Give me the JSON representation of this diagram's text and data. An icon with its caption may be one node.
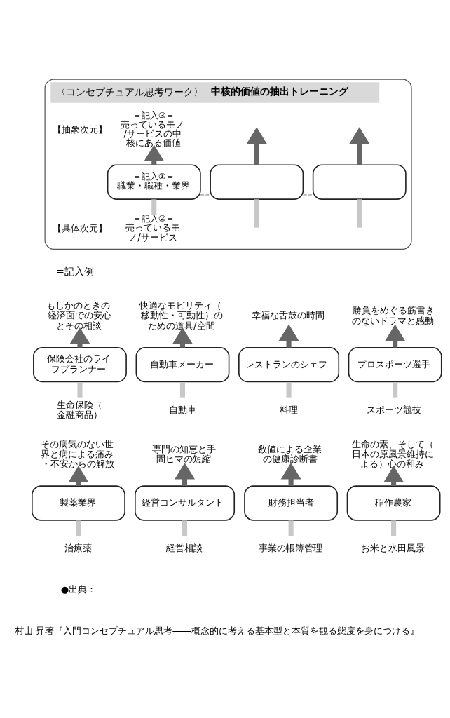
{
  "diagram": {
    "nodes": [
      {
        "text": [
          "〈コンセプチュアル思考ワーク〉",
          "中核的価値の抽出トレーニング"
        ]
      },
      {
        "text": [
          "＝記入③＝",
          "売っているモノ/サービスの中核にある価値"
        ],
        "in": 0
      },
      {
        "text": [
          "＝記入①＝",
          "職業・職種・業界"
        ],
        "in": 0
      },
      {
        "text": [],
        "shape": "box",
        "in": 0
      },
      {
        "text": [],
        "shape": "box",
        "in": 0
      },
      {
        "text": [
          "＝記入②＝",
          "売っているモノ/サービス"
        ],
        "in": 0
      },
      {
        "text": [
          "もしかのときの経済面での安心とその相談"
        ]
      },
      {
        "text": [
          "快適なモビリティ（移動性・可動性）のための道具/空間"
        ]
      },
      {
        "text": [
          "幸福な舌鼓の時間"
        ]
      },
      {
        "text": [
          "勝負をめぐる筋書きのないドラマと感動"
        ]
      },
      {
        "text": [
          "保険会社のライフプランナー"
        ]
      },
      {
        "text": [
          "自動車メーカー"
        ]
      },
      {
        "text": [
          "レストランのシェフ"
        ]
      },
      {
        "text": [
          "プロスポーツ選手"
        ]
      },
      {
        "text": [
          "生命保険（金融商品）"
        ]
      },
      {
        "text": [
          "自動車"
        ]
      },
      {
        "text": [
          "料理"
        ]
      },
      {
        "text": [
          "スポーツ競技"
        ]
      },
      {
        "text": [
          "その病気のない世界と病による痛み・不安からの解放"
        ]
      },
      {
        "text": [
          "専門の知恵と手間ヒマの短縮"
        ]
      },
      {
        "text": [
          "数値による企業の健康診断書"
        ]
      },
      {
        "text": [
          "生命の素、そして（日本の原風景維持による）心の和み"
        ]
      },
      {
        "text": [
          "製薬業界"
        ]
      },
      {
        "text": [
          "経営コンサルタント"
        ]
      },
      {
        "text": [
          "財務担当者"
        ]
      },
      {
        "text": [
          "稲作農家"
        ]
      },
      {
        "text": [
          "治療薬"
        ]
      },
      {
        "text": [
          "経営相談"
        ]
      },
      {
        "text": [
          "事業の帳簿管理"
        ]
      },
      {
        "text": [
          "お米と水田風景"
        ]
      }
    ],
    "edges": [
      {
        "from": 5,
        "to": 2,
        "arrow": "none",
        "color": "#c8c8c8"
      },
      {
        "from": 2,
        "to": 1,
        "arrow": "to",
        "color": "#666666"
      },
      {
        "from": null,
        "to": 3,
        "arrow": "none",
        "color": "#c8c8c8"
      },
      {
        "from": 3,
        "to": null,
        "arrow": "to",
        "color": "#666666"
      },
      {
        "from": null,
        "to": 4,
        "arrow": "none",
        "color": "#c8c8c8"
      },
      {
        "from": 4,
        "to": null,
        "arrow": "to",
        "color": "#666666"
      },
      {
        "from": 2,
        "to": 3,
        "arrow": "none",
        "style": "dashed",
        "color": "#888888"
      },
      {
        "from": 3,
        "to": 4,
        "arrow": "none",
        "style": "dashed",
        "color": "#888888"
      },
      {
        "from": 14,
        "to": 10,
        "arrow": "none",
        "color": "#c8c8c8"
      },
      {
        "from": 10,
        "to": 6,
        "arrow": "to",
        "color": "#666666"
      },
      {
        "from": 15,
        "to": 11,
        "arrow": "none",
        "color": "#c8c8c8"
      },
      {
        "from": 11,
        "to": 7,
        "arrow": "to",
        "color": "#666666"
      },
      {
        "from": 16,
        "to": 12,
        "arrow": "none",
        "color": "#c8c8c8"
      },
      {
        "from": 12,
        "to": 8,
        "arrow": "to",
        "color": "#666666"
      },
      {
        "from": 17,
        "to": 13,
        "arrow": "none",
        "color": "#c8c8c8"
      },
      {
        "from": 13,
        "to": 9,
        "arrow": "to",
        "color": "#666666"
      },
      {
        "from": 26,
        "to": 22,
        "arrow": "none",
        "color": "#c8c8c8"
      },
      {
        "from": 22,
        "to": 18,
        "arrow": "to",
        "color": "#666666"
      },
      {
        "from": 27,
        "to": 23,
        "arrow": "none",
        "color": "#c8c8c8"
      },
      {
        "from": 23,
        "to": 19,
        "arrow": "to",
        "color": "#666666"
      },
      {
        "from": 28,
        "to": 24,
        "arrow": "none",
        "color": "#c8c8c8"
      },
      {
        "from": 24,
        "to": 20,
        "arrow": "to",
        "color": "#666666"
      },
      {
        "from": 29,
        "to": 25,
        "arrow": "none",
        "color": "#c8c8c8"
      },
      {
        "from": 25,
        "to": 21,
        "arrow": "to",
        "color": "#666666"
      }
    ],
    "labels": [
      "【抽象次元】",
      "【具体次元】",
      "=記入例＝",
      "●出典：",
      "村山 昇著『入門コンセプチュアル思考――概念的に考える基本型と本質を観る態度を身につける』"
    ]
  }
}
